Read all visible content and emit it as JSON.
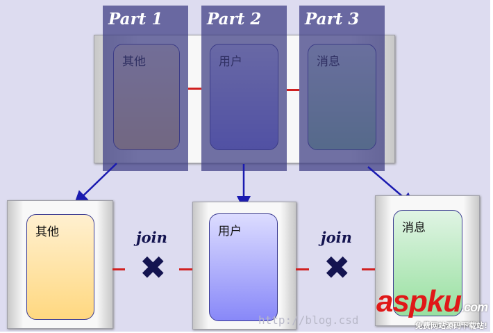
{
  "top": {
    "parts": [
      "Part 1",
      "Part 2",
      "Part 3"
    ],
    "cards": [
      "其他",
      "用户",
      "消息"
    ]
  },
  "bottom": {
    "cards": [
      "其他",
      "用户",
      "消息"
    ],
    "join_labels": [
      "join",
      "join"
    ],
    "cross_icon": "x-mark"
  },
  "colors": {
    "overlay": "#3c3c82",
    "connector": "#d02020",
    "arrow": "#1a1ab0"
  },
  "watermark": {
    "url": "http://blog.csd",
    "logo": "aspku",
    "logo_suffix": ".com",
    "slogan": "免费网站源码下载站!"
  }
}
